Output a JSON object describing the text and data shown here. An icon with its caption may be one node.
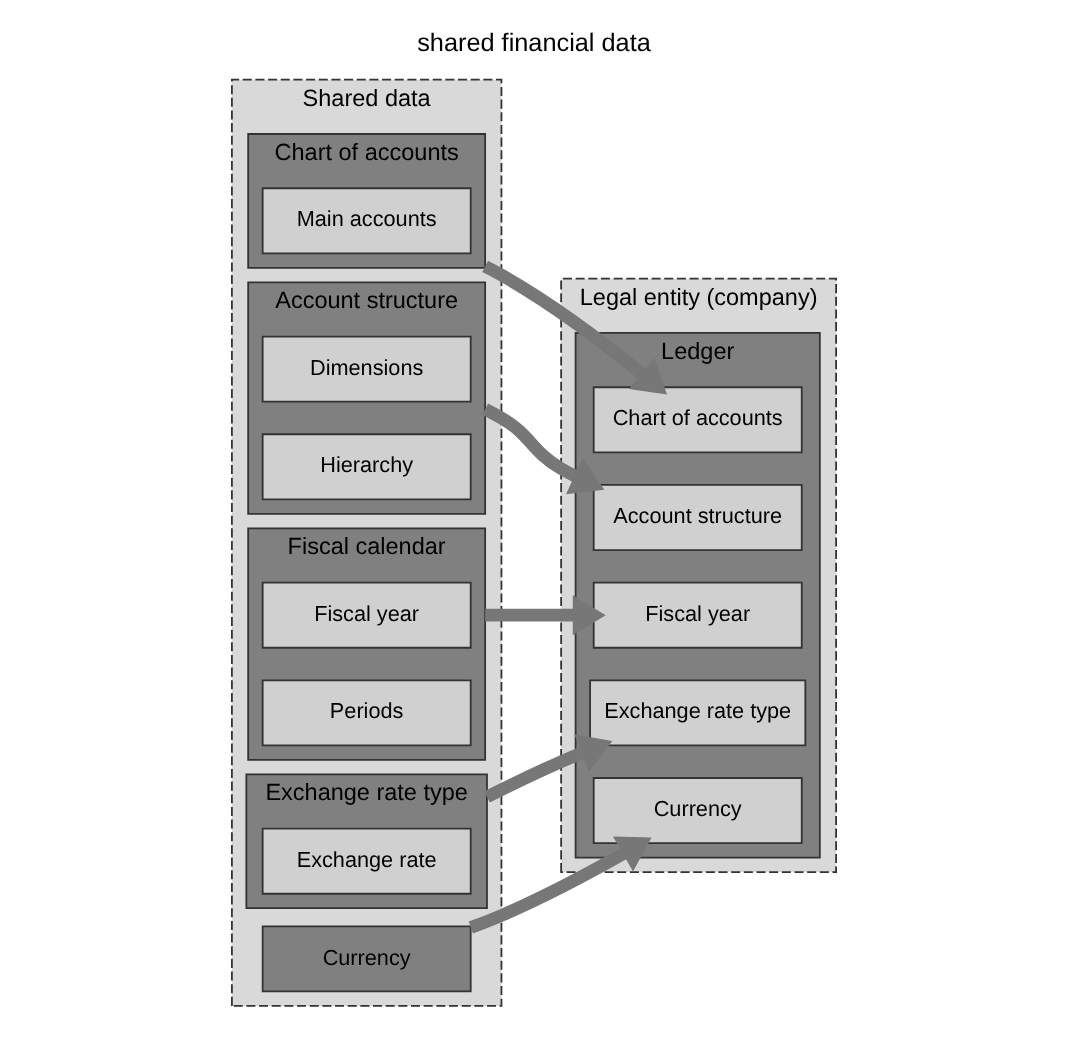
{
  "diagram": {
    "title": "shared financial data",
    "nodes": [
      {
        "text": [
          "Shared data"
        ]
      },
      {
        "text": [
          "Chart of accounts"
        ],
        "in": 0
      },
      {
        "text": [
          "Main accounts"
        ],
        "in": 1
      },
      {
        "text": [
          "Account structure"
        ],
        "in": 0
      },
      {
        "text": [
          "Dimensions"
        ],
        "in": 3
      },
      {
        "text": [
          "Hierarchy"
        ],
        "in": 3
      },
      {
        "text": [
          "Fiscal calendar"
        ],
        "in": 0
      },
      {
        "text": [
          "Fiscal year"
        ],
        "in": 6
      },
      {
        "text": [
          "Periods"
        ],
        "in": 6
      },
      {
        "text": [
          "Currency"
        ],
        "in": 0
      },
      {
        "text": [
          "Exchange rate type"
        ],
        "in": 0
      },
      {
        "text": [
          "Exchange rate"
        ],
        "in": 10
      },
      {
        "text": [
          "Legal entity (company)"
        ]
      },
      {
        "text": [
          "Ledger"
        ],
        "in": 12
      },
      {
        "text": [
          "Chart of accounts"
        ],
        "in": 13
      },
      {
        "text": [
          "Account structure"
        ],
        "in": 13
      },
      {
        "text": [
          "Fiscal year"
        ],
        "in": 13
      },
      {
        "text": [
          "Currency"
        ],
        "in": 13
      },
      {
        "text": [
          "Exchange rate type"
        ],
        "in": 13
      }
    ],
    "edges": [
      {
        "from": 1,
        "to": 14,
        "arrow": "to"
      },
      {
        "from": 3,
        "to": 15,
        "arrow": "to"
      },
      {
        "from": 6,
        "to": 16,
        "arrow": "to"
      },
      {
        "from": 9,
        "to": 17,
        "arrow": "to"
      },
      {
        "from": 10,
        "to": 18,
        "arrow": "to"
      }
    ]
  }
}
